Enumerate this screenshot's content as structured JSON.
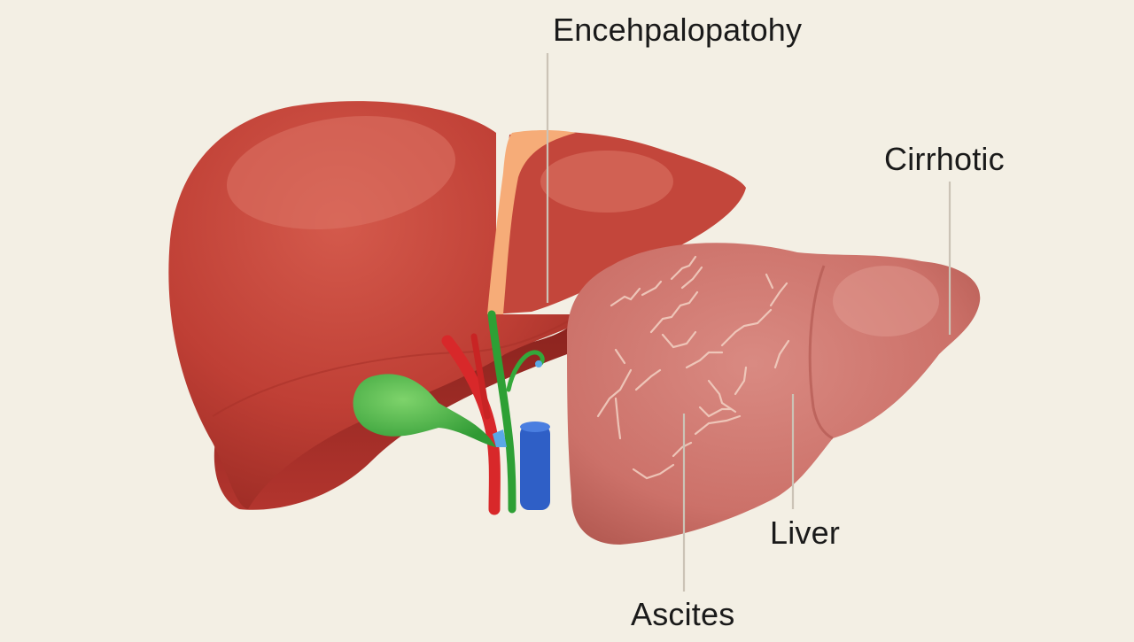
{
  "diagram": {
    "subject": "Healthy liver vs cirrhotic liver illustration",
    "background_color": "#f3efe4",
    "labels": {
      "encephalopathy": "Encehpalopatohy",
      "cirrhotic": "Cirrhotic",
      "liver": "Liver",
      "ascites": "Ascites"
    },
    "colors": {
      "healthy_liver": "#c2433a",
      "healthy_liver_highlight": "#dd7466",
      "falciform_ligament": "#f6ac78",
      "cirrhotic_liver": "#cf7a72",
      "scar_lines": "#f3d2c4",
      "gallbladder": "#45b348",
      "bile_duct": "#2ea035",
      "hepatic_artery": "#d8282a",
      "portal_vein": "#2f5fc6",
      "small_vessel": "#5aa8e6",
      "leader_line": "#cbc3b6",
      "label_text": "#1a1a1a"
    }
  }
}
